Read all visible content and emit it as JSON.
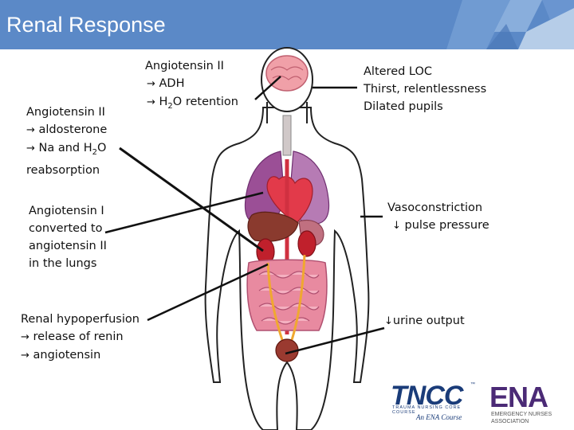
{
  "header": {
    "title": "Renal Response"
  },
  "labels": {
    "top_center": {
      "line1": "Angiotensin II",
      "line2": "ADH",
      "line3_pre": "H",
      "line3_sub": "2",
      "line3_post": "O retention"
    },
    "left_top": {
      "line1": "Angiotensin II",
      "line2": "aldosterone",
      "line3_pre": "Na and H",
      "line3_sub": "2",
      "line3_post": "O",
      "line4": "reabsorption"
    },
    "left_mid": {
      "line1": "Angiotensin I",
      "line2": "converted to",
      "line3": "angiotensin II",
      "line4": "in the lungs"
    },
    "left_bottom": {
      "line1": "Renal hypoperfusion",
      "line2": "release of renin",
      "line3": "angiotensin"
    },
    "right_top": {
      "line1": "Altered LOC",
      "line2": "Thirst, relentlessness",
      "line3": "Dilated pupils"
    },
    "right_mid": {
      "line1": "Vasoconstriction",
      "line2": "pulse pressure"
    },
    "right_bottom": {
      "line1": "urine output"
    }
  },
  "glyphs": {
    "right_arrow": "→",
    "down_arrow": "↓"
  },
  "logos": {
    "tncc": {
      "word": "TNCC",
      "tm": "™",
      "sub": "TRAUMA NURSING CORE COURSE",
      "course": "An ENA Course"
    },
    "ena": {
      "word": "ENA",
      "line1": "EMERGENCY NURSES",
      "line2": "ASSOCIATION"
    }
  },
  "colors": {
    "header": "#5b89c7",
    "lung": "#9b4f96",
    "heart": "#e23a4a",
    "liver": "#8a3a2e",
    "intestine": "#f08aa8",
    "ureter": "#f0a830",
    "brain": "#f0a0a8"
  }
}
